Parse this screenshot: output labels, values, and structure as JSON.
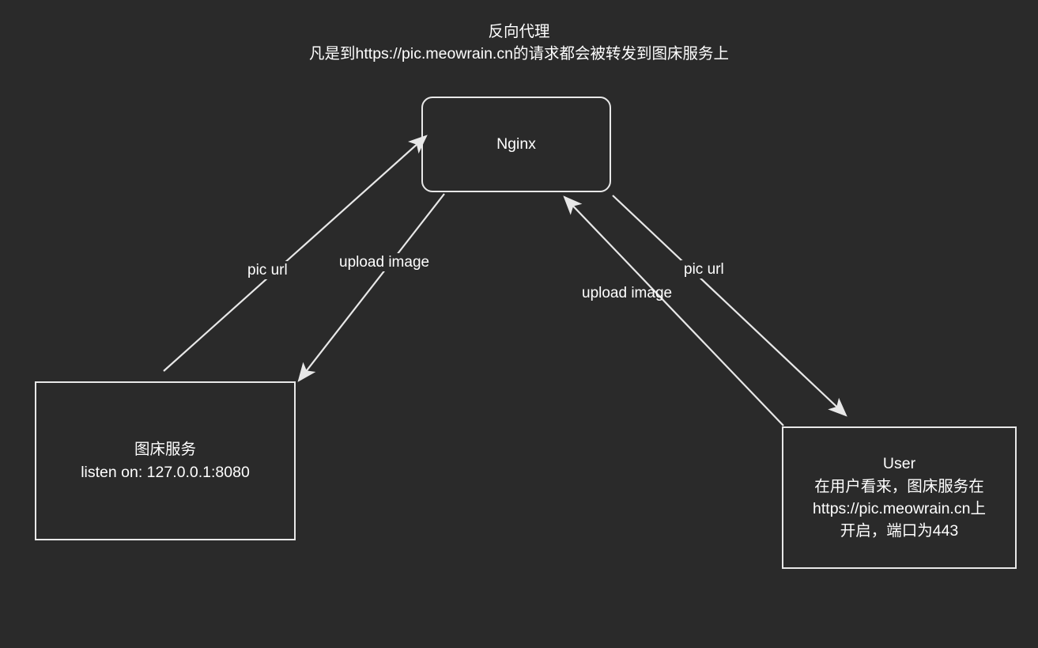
{
  "diagram": {
    "title": "反向代理",
    "subtitle": "凡是到https://pic.meowrain.cn的请求都会被转发到图床服务上",
    "background_color": "#2a2a2a",
    "stroke_color": "#e8e8e8",
    "text_color": "#ffffff",
    "nodes": [
      {
        "id": "nginx",
        "label": "Nginx",
        "shape": "rounded-rectangle",
        "lines": [
          "Nginx"
        ]
      },
      {
        "id": "image-service",
        "label": "图床服务",
        "shape": "rectangle",
        "lines": [
          "图床服务",
          "listen on: 127.0.0.1:8080"
        ]
      },
      {
        "id": "user",
        "label": "User",
        "shape": "rectangle",
        "lines": [
          "User",
          "在用户看来，图床服务在",
          "https://pic.meowrain.cn上",
          "开启，端口为443"
        ]
      }
    ],
    "edges": [
      {
        "id": "image-service-to-nginx",
        "label": "pic url",
        "from": "image-service",
        "to": "nginx",
        "arrowhead": "end"
      },
      {
        "id": "nginx-to-image-service",
        "label": "upload image",
        "from": "nginx",
        "to": "image-service",
        "arrowhead": "end"
      },
      {
        "id": "nginx-to-user",
        "label": "pic url",
        "from": "nginx",
        "to": "user",
        "arrowhead": "end"
      },
      {
        "id": "user-to-nginx",
        "label": "upload image",
        "from": "user",
        "to": "nginx",
        "arrowhead": "end"
      }
    ]
  }
}
